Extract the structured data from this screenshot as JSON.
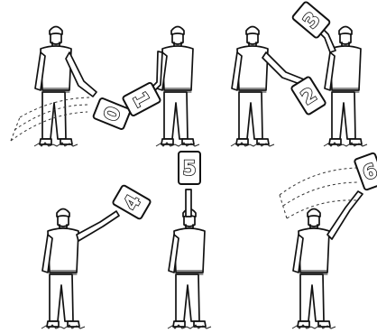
{
  "signals": [
    {
      "id": "signal-0",
      "label": "0"
    },
    {
      "id": "signal-1",
      "label": "1"
    },
    {
      "id": "signal-2",
      "label": "2"
    },
    {
      "id": "signal-3",
      "label": "3"
    },
    {
      "id": "signal-4",
      "label": "4"
    },
    {
      "id": "signal-5",
      "label": "5"
    },
    {
      "id": "signal-6",
      "label": "6"
    }
  ]
}
